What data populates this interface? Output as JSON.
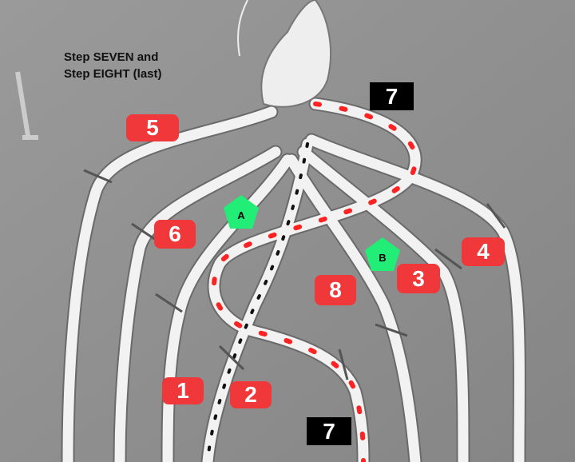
{
  "caption": {
    "line1": "Step SEVEN and",
    "line2": "Step EIGHT (last)"
  },
  "cord_labels": {
    "c5": "5",
    "c6": "6",
    "c4": "4",
    "c3": "3",
    "c8": "8",
    "c1": "1",
    "c2": "2"
  },
  "step_labels": {
    "top": "7",
    "bottom": "7"
  },
  "markers": {
    "a": "A",
    "b": "B"
  },
  "colors": {
    "badge": "#f0383a",
    "marker": "#22ee77",
    "background": "#8e8e8e",
    "cord": "#f2f2f2"
  }
}
